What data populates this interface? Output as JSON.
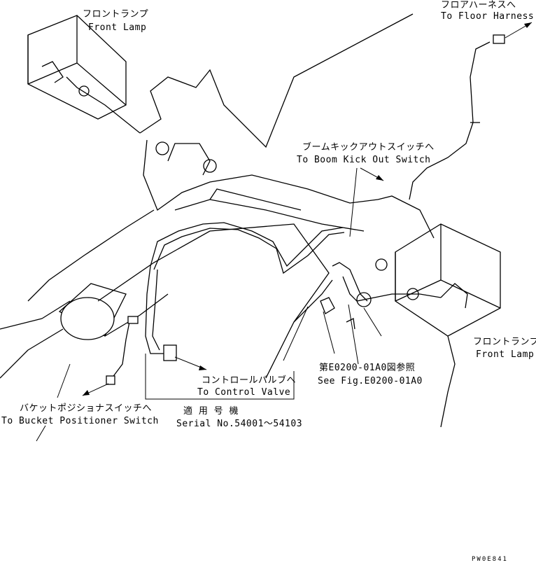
{
  "callouts": {
    "front_lamp_left": {
      "jp": "フロントランプ",
      "en": "Front Lamp"
    },
    "floor_harness": {
      "jp": "フロアハーネスへ",
      "en": "To Floor Harness"
    },
    "boom_kickout": {
      "jp": "ブームキックアウトスイッチへ",
      "en": "To Boom Kick Out Switch"
    },
    "front_lamp_right": {
      "jp": "フロントランプ",
      "en": "Front Lamp"
    },
    "see_fig": {
      "jp": "第E0200-01A0図参照",
      "en": "See Fig.E0200-01A0"
    },
    "control_valve": {
      "jp": "コントロールバルブへ",
      "en": "To Control Valve"
    },
    "serial": {
      "jp": "適 用 号 機",
      "en": "Serial No.54001～54103"
    },
    "bucket_positioner": {
      "jp": "バケットポジショナスイッチへ",
      "en": "To Bucket Positioner Switch"
    }
  },
  "drawing_code": "PW0E841"
}
